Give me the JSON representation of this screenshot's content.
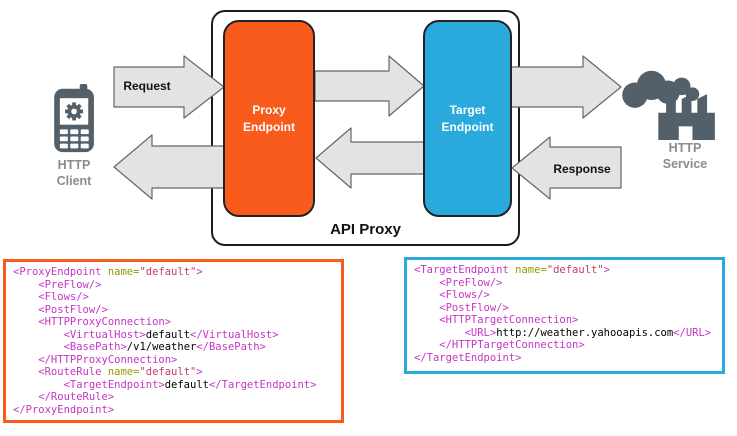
{
  "diagram": {
    "api_proxy_label": "API Proxy",
    "proxy_endpoint_label": "Proxy\nEndpoint",
    "target_endpoint_label": "Target\nEndpoint",
    "request_label": "Request",
    "response_label": "Response",
    "http_client_label": "HTTP\nClient",
    "http_service_label": "HTTP\nService"
  },
  "colors": {
    "proxy_orange": "#F95B1D",
    "target_blue": "#29A9DC",
    "arrow_fill": "#E3E3E3",
    "arrow_stroke": "#666666",
    "icon_slate": "#535F69",
    "label_gray": "#868D92",
    "code_tag": "#C435C4",
    "code_attr": "#999900",
    "code_value": "#C83A6E",
    "code_text": "#000000"
  },
  "proxy_code": {
    "lines": [
      [
        {
          "t": "<ProxyEndpoint ",
          "c": "tag"
        },
        {
          "t": "name=",
          "c": "attr"
        },
        {
          "t": "\"default\"",
          "c": "val"
        },
        {
          "t": ">",
          "c": "tag"
        }
      ],
      [
        {
          "t": "    <PreFlow/>",
          "c": "tag"
        }
      ],
      [
        {
          "t": "    <Flows/>",
          "c": "tag"
        }
      ],
      [
        {
          "t": "    <PostFlow/>",
          "c": "tag"
        }
      ],
      [
        {
          "t": "    <HTTPProxyConnection>",
          "c": "tag"
        }
      ],
      [
        {
          "t": "        <VirtualHost>",
          "c": "tag"
        },
        {
          "t": "default",
          "c": "txt"
        },
        {
          "t": "</VirtualHost>",
          "c": "tag"
        }
      ],
      [
        {
          "t": "        <BasePath>",
          "c": "tag"
        },
        {
          "t": "/v1/weather",
          "c": "txt"
        },
        {
          "t": "</BasePath>",
          "c": "tag"
        }
      ],
      [
        {
          "t": "    </HTTPProxyConnection>",
          "c": "tag"
        }
      ],
      [
        {
          "t": "    <RouteRule ",
          "c": "tag"
        },
        {
          "t": "name=",
          "c": "attr"
        },
        {
          "t": "\"default\"",
          "c": "val"
        },
        {
          "t": ">",
          "c": "tag"
        }
      ],
      [
        {
          "t": "        <TargetEndpoint>",
          "c": "tag"
        },
        {
          "t": "default",
          "c": "txt"
        },
        {
          "t": "</TargetEndpoint>",
          "c": "tag"
        }
      ],
      [
        {
          "t": "    </RouteRule>",
          "c": "tag"
        }
      ],
      [
        {
          "t": "</ProxyEndpoint>",
          "c": "tag"
        }
      ]
    ]
  },
  "target_code": {
    "lines": [
      [
        {
          "t": "<TargetEndpoint ",
          "c": "tag"
        },
        {
          "t": "name=",
          "c": "attr"
        },
        {
          "t": "\"default\"",
          "c": "val"
        },
        {
          "t": ">",
          "c": "tag"
        }
      ],
      [
        {
          "t": "    <PreFlow/>",
          "c": "tag"
        }
      ],
      [
        {
          "t": "    <Flows/>",
          "c": "tag"
        }
      ],
      [
        {
          "t": "    <PostFlow/>",
          "c": "tag"
        }
      ],
      [
        {
          "t": "    <HTTPTargetConnection>",
          "c": "tag"
        }
      ],
      [
        {
          "t": "        <URL>",
          "c": "tag"
        },
        {
          "t": "http://weather.yahooapis.com",
          "c": "txt"
        },
        {
          "t": "</URL>",
          "c": "tag"
        }
      ],
      [
        {
          "t": "    </HTTPTargetConnection>",
          "c": "tag"
        }
      ],
      [
        {
          "t": "</TargetEndpoint>",
          "c": "tag"
        }
      ]
    ]
  }
}
